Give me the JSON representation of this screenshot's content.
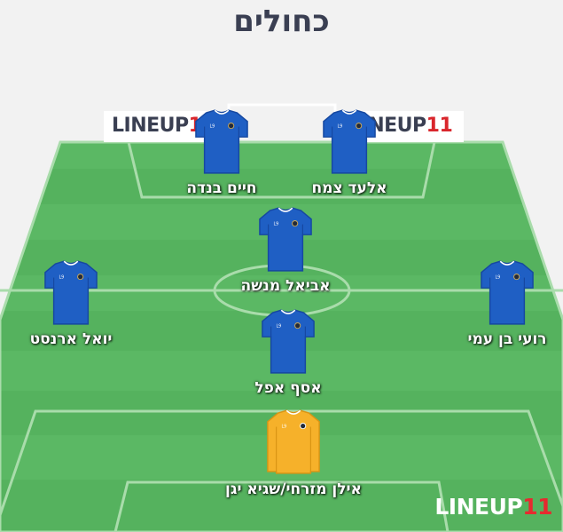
{
  "team_title": "כחולים",
  "brand": {
    "word": "LINEUP",
    "number": "11"
  },
  "formation": {
    "players": [
      {
        "id": "p1",
        "name": "חיים בנדה",
        "kit": "outfield"
      },
      {
        "id": "p2",
        "name": "אלעד צמח",
        "kit": "outfield"
      },
      {
        "id": "p3",
        "name": "אביאל מנשה",
        "kit": "outfield"
      },
      {
        "id": "p4",
        "name": "יואל ארנסט",
        "kit": "outfield"
      },
      {
        "id": "p5",
        "name": "רועי בן עמי",
        "kit": "outfield"
      },
      {
        "id": "p6",
        "name": "אסף אפל",
        "kit": "outfield"
      },
      {
        "id": "p7",
        "name": "אילן מזרחי/שגיא יגן",
        "kit": "goalkeeper"
      }
    ]
  },
  "kit_colors": {
    "outfield_shirt": "#1f5fc4",
    "outfield_trim": "#1648a0",
    "goalkeeper_shirt": "#f6b12a",
    "goalkeeper_trim": "#d99414",
    "pitch_light": "#5bb864",
    "pitch_dark": "#4fad58",
    "lines": "#a9dcab"
  }
}
